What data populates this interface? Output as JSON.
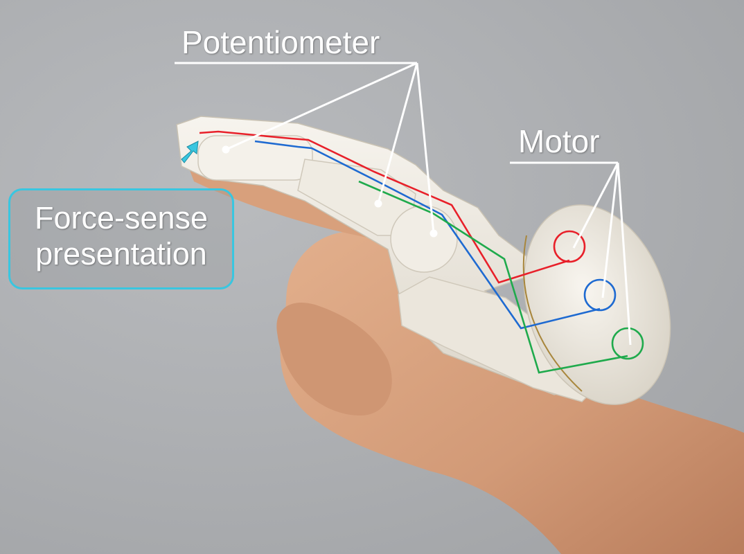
{
  "labels": {
    "potentiometer": "Potentiometer",
    "motor": "Motor",
    "force_sense": [
      "Force-sense",
      "presentation"
    ]
  },
  "colors": {
    "background": "#aeb0b3",
    "skin": "#d9a27e",
    "device": "#f1ede4",
    "wire_red": "#e8202a",
    "wire_blue": "#1e6ad1",
    "wire_green": "#1faa4c",
    "accent_cyan": "#39c6e0",
    "callout_line": "#ffffff"
  },
  "icons": {
    "force_arrow": "cyan-arrow-icon"
  }
}
